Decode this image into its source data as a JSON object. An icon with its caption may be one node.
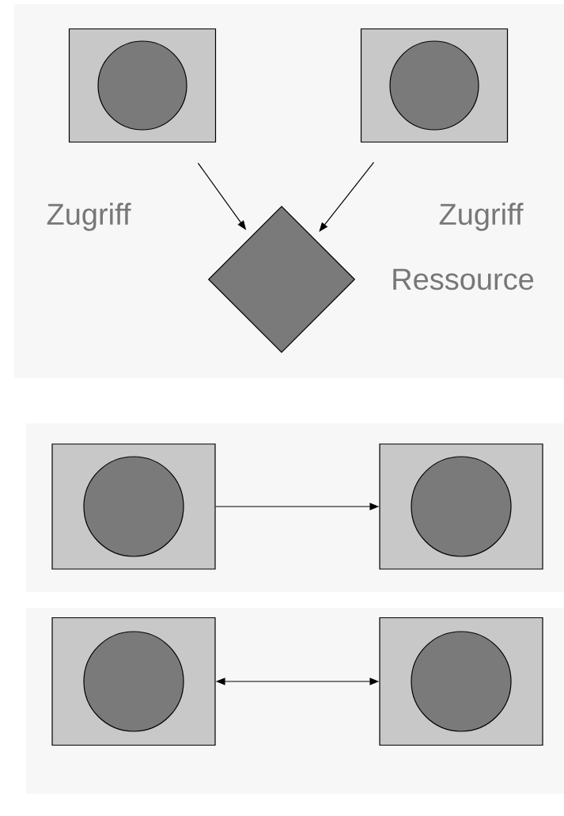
{
  "diagram": {
    "nodes": [
      {
        "text": [],
        "shape": "box"
      },
      {
        "text": [],
        "shape": "circle",
        "in": 0
      },
      {
        "text": [],
        "shape": "box"
      },
      {
        "text": [],
        "shape": "circle",
        "in": 2
      },
      {
        "text": [],
        "shape": "diamond"
      },
      {
        "text": [],
        "shape": "box"
      },
      {
        "text": [],
        "shape": "circle",
        "in": 5
      },
      {
        "text": [],
        "shape": "box"
      },
      {
        "text": [],
        "shape": "circle",
        "in": 7
      },
      {
        "text": [],
        "shape": "box"
      },
      {
        "text": [],
        "shape": "circle",
        "in": 9
      },
      {
        "text": [],
        "shape": "box"
      },
      {
        "text": [],
        "shape": "circle",
        "in": 11
      }
    ],
    "edges": [
      {
        "from": 0,
        "to": 4,
        "arrow": "to"
      },
      {
        "from": 2,
        "to": 4,
        "arrow": "to"
      },
      {
        "from": 5,
        "to": 7,
        "arrow": "to"
      },
      {
        "from": 9,
        "to": 11,
        "arrow": "both"
      }
    ],
    "labels": [
      "Zugriff",
      "Zugriff",
      "Ressource"
    ]
  }
}
